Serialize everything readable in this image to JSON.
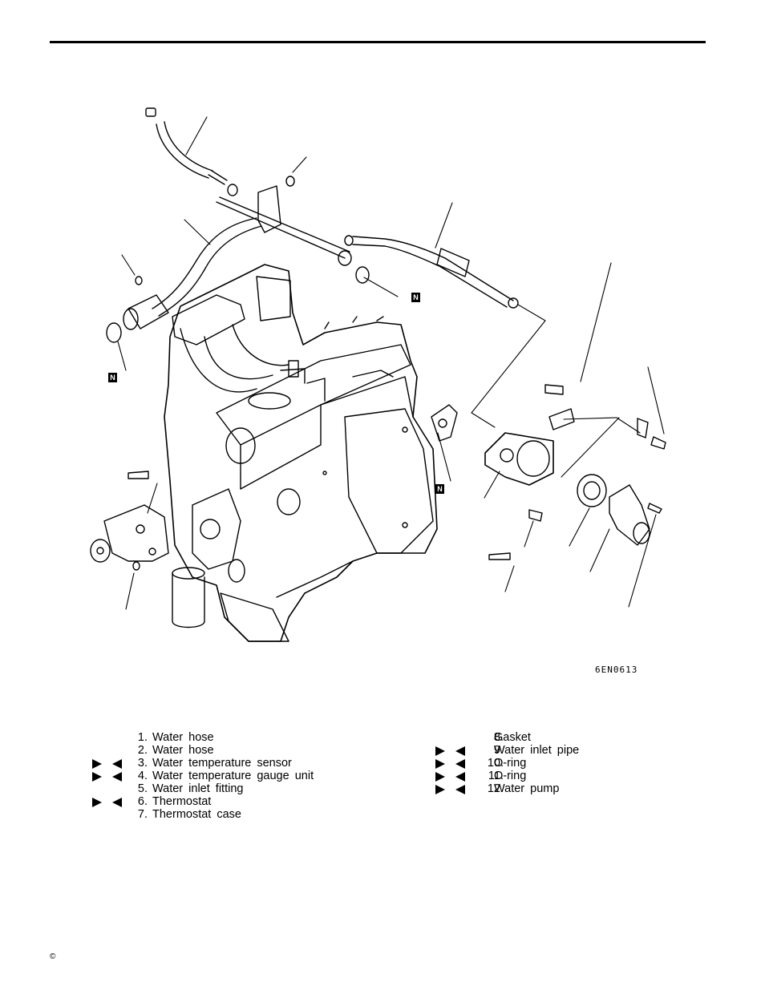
{
  "figure": {
    "code": "6EN0613",
    "n_marker": "N"
  },
  "legend_left": [
    {
      "num": "1.",
      "label": "Water hose",
      "marked": false
    },
    {
      "num": "2.",
      "label": "Water hose",
      "marked": false
    },
    {
      "num": "3.",
      "label": "Water temperature sensor",
      "marked": true
    },
    {
      "num": "4.",
      "label": "Water temperature gauge unit",
      "marked": true
    },
    {
      "num": "5.",
      "label": "Water inlet fitting",
      "marked": false
    },
    {
      "num": "6.",
      "label": "Thermostat",
      "marked": true
    },
    {
      "num": "7.",
      "label": "Thermostat case",
      "marked": false
    }
  ],
  "legend_right": [
    {
      "num": "8.",
      "label": "Gasket",
      "marked": false
    },
    {
      "num": "9.",
      "label": "Water inlet pipe",
      "marked": true
    },
    {
      "num": "10.",
      "label": "O-ring",
      "marked": true
    },
    {
      "num": "11.",
      "label": "O-ring",
      "marked": true
    },
    {
      "num": "12.",
      "label": "Water pump",
      "marked": true
    }
  ],
  "footer": {
    "copyright_symbol": "©"
  }
}
